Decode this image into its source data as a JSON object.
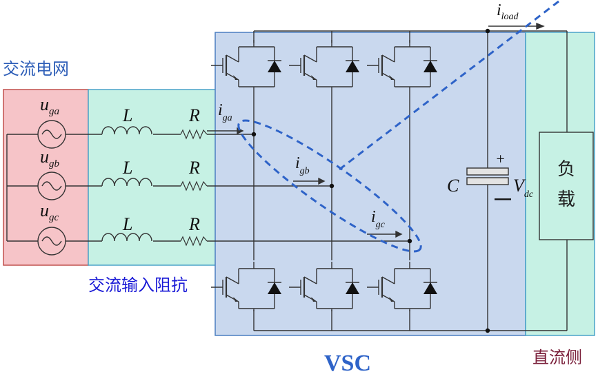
{
  "labels": {
    "ac_grid": "交流电网",
    "ac_impedance": "交流输入阻抗",
    "vsc": "VSC",
    "dc_side": "直流侧",
    "load_line1": "负",
    "load_line2": "载"
  },
  "sources": [
    {
      "symbol": "u",
      "subscript": "ga"
    },
    {
      "symbol": "u",
      "subscript": "gb"
    },
    {
      "symbol": "u",
      "subscript": "gc"
    }
  ],
  "inductor_label": "L",
  "resistor_label": "R",
  "currents": [
    {
      "symbol": "i",
      "subscript": "ga"
    },
    {
      "symbol": "i",
      "subscript": "gb"
    },
    {
      "symbol": "i",
      "subscript": "gc"
    }
  ],
  "load_current": {
    "symbol": "i",
    "subscript": "load"
  },
  "capacitor": {
    "label": "C",
    "plus": "+",
    "minus": "—"
  },
  "dc_voltage": {
    "symbol": "V",
    "subscript": "dc"
  },
  "colors": {
    "grid_fill": "#f6c4c8",
    "grid_border": "#c0504d",
    "impedance_fill": "#c6f1e4",
    "impedance_border": "#4aa3c9",
    "vsc_fill": "#c9d8ee",
    "vsc_border": "#4a7ec0",
    "dc_fill": "#c6f1e4",
    "dc_border": "#4aa3c9",
    "wire": "#333333",
    "dash": "#2e63c8",
    "ac_grid_text": "#2f5fb8",
    "impedance_text": "#1a1ad6",
    "vsc_text": "#2e63c8",
    "dc_text": "#7a1f3a"
  }
}
